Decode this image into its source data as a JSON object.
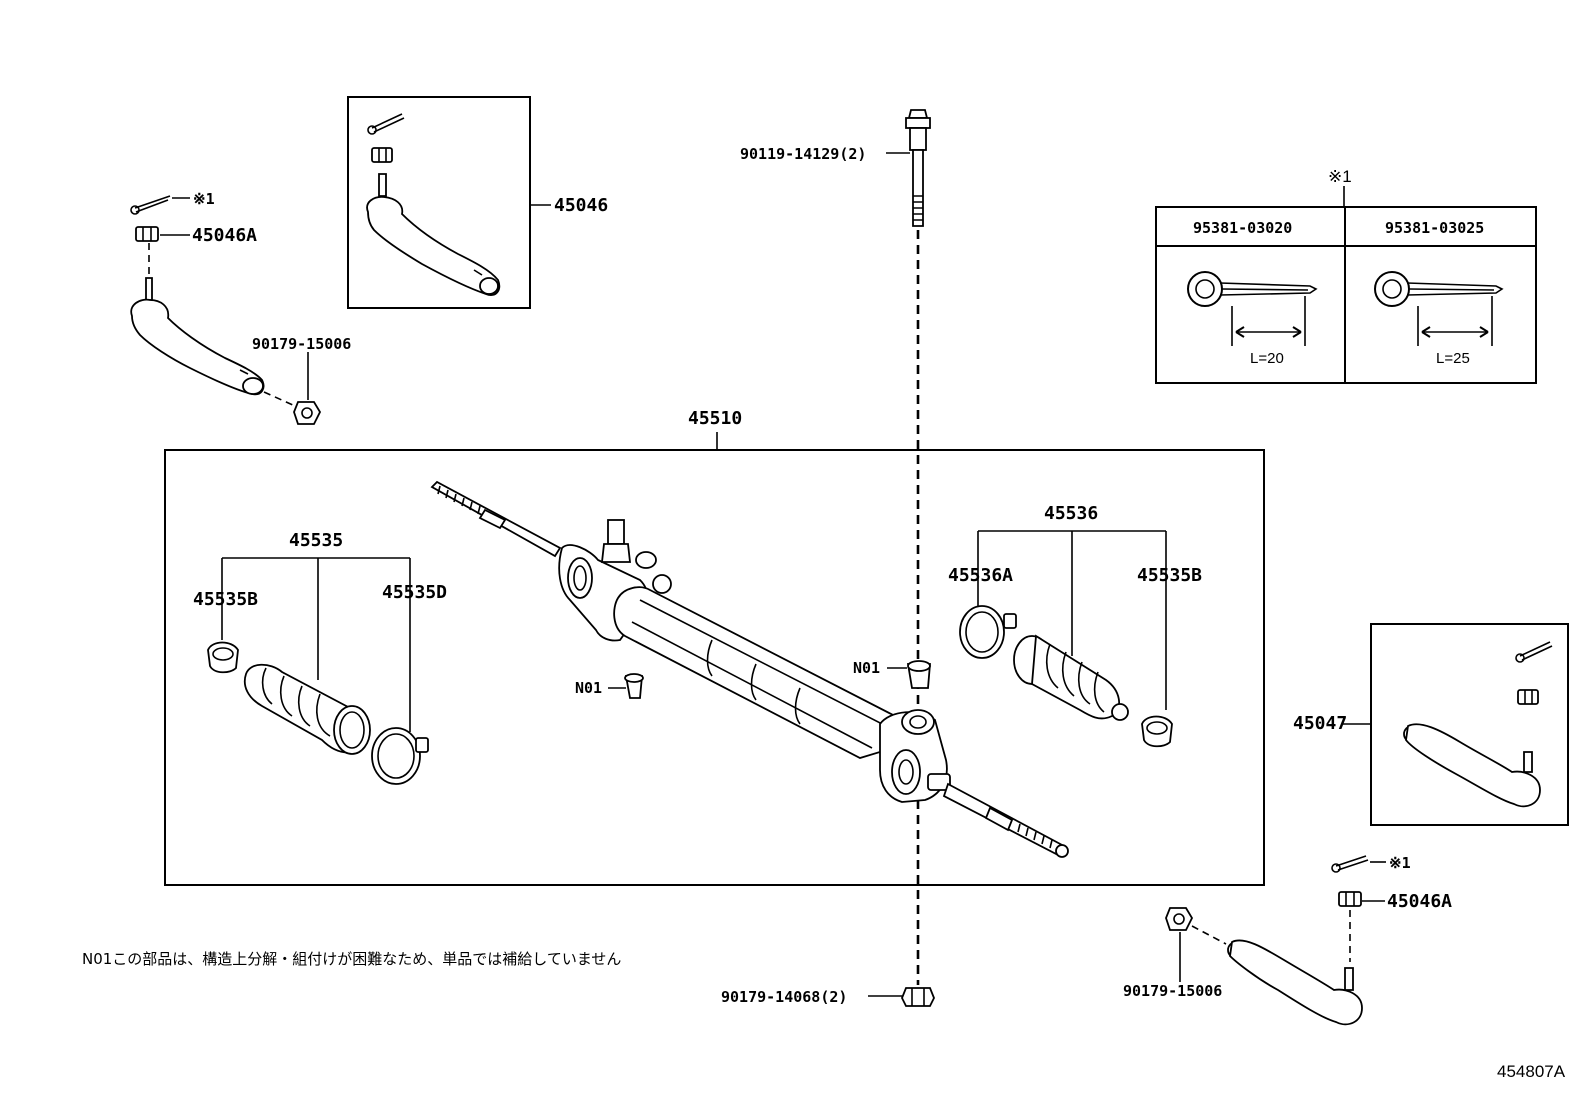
{
  "labels": {
    "p90119_14129": "90119-14129(2)",
    "p45046": "45046",
    "p45046A_left": "45046A",
    "p90179_15006_left": "90179-15006",
    "p45510": "45510",
    "p45535": "45535",
    "p45535B_left": "45535B",
    "p45535D": "45535D",
    "p45536": "45536",
    "p45536A": "45536A",
    "p45535B_right": "45535B",
    "n01_left": "N01",
    "n01_right": "N01",
    "p45047": "45047",
    "p45046A_right": "45046A",
    "p90179_15006_right": "90179-15006",
    "p90179_14068": "90179-14068(2)",
    "ref1_left": "※1",
    "ref1_right": "※1"
  },
  "pin_table": {
    "ref": "※1",
    "columns": [
      {
        "part": "95381-03020",
        "length": "L=20"
      },
      {
        "part": "95381-03025",
        "length": "L=25"
      }
    ]
  },
  "note": "N01この部品は、構造上分解・組付けが困難なため、単品では補給していません",
  "diagram_id": "454807A"
}
